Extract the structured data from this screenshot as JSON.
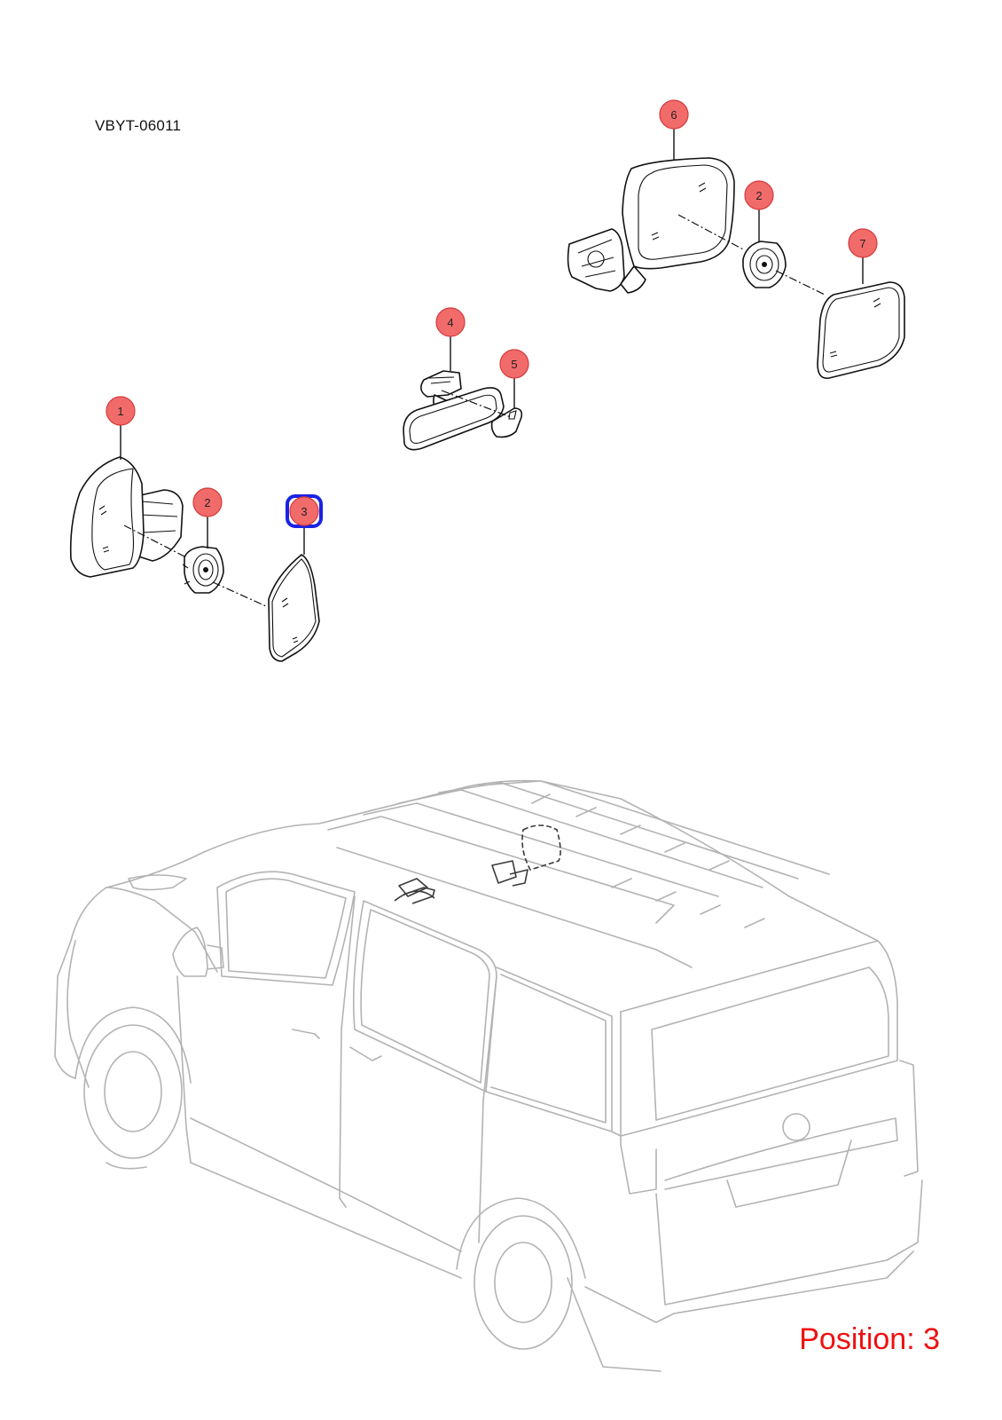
{
  "diagram": {
    "code": "VBYT-06011",
    "position_label": "Position: 3",
    "colors": {
      "callout_fill": "#f26b6b",
      "callout_stroke": "#d23b3b",
      "highlight_stroke": "#1a22e6",
      "position_text": "#ee1111",
      "van_line": "#b3b3b3"
    },
    "callouts": [
      {
        "id": "callout-1",
        "label": "1",
        "highlighted": false
      },
      {
        "id": "callout-2-left",
        "label": "2",
        "highlighted": false
      },
      {
        "id": "callout-3",
        "label": "3",
        "highlighted": true
      },
      {
        "id": "callout-4",
        "label": "4",
        "highlighted": false
      },
      {
        "id": "callout-5",
        "label": "5",
        "highlighted": false
      },
      {
        "id": "callout-6",
        "label": "6",
        "highlighted": false
      },
      {
        "id": "callout-2-right",
        "label": "2",
        "highlighted": false
      },
      {
        "id": "callout-7",
        "label": "7",
        "highlighted": false
      }
    ]
  }
}
